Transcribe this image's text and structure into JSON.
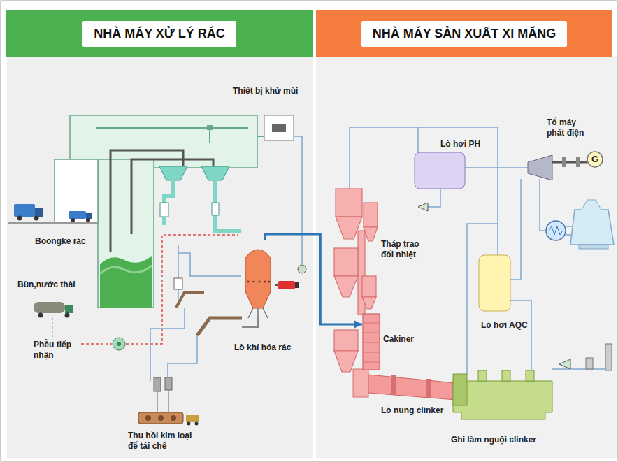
{
  "diagram": {
    "nodes": [
      {
        "text": [
          "NHÀ MÁY XỬ LÝ RÁC"
        ]
      },
      {
        "text": [
          "NHÀ MÁY SẢN XUẤT XI MĂNG"
        ]
      },
      {
        "text": [
          "Lò khí hóa rác"
        ],
        "in": 0
      },
      {
        "text": [
          "Cakiner"
        ],
        "in": 1
      }
    ],
    "edges": [
      {
        "from": 2,
        "to": 3,
        "arrow": "to"
      }
    ],
    "labels": [
      "Thiết bị khử mùi",
      "Boongke rác",
      "Bùn,nước thải",
      "Phễu tiếp nhận",
      "Thu hồi kim loại để tái chế",
      "Lò hơi PH",
      "Tổ máy phát điện",
      "G",
      "Tháp trao đổi nhiệt",
      "Lò hơi AQC",
      "Lò nung clinker",
      "Ghi làm nguội clinker"
    ]
  }
}
